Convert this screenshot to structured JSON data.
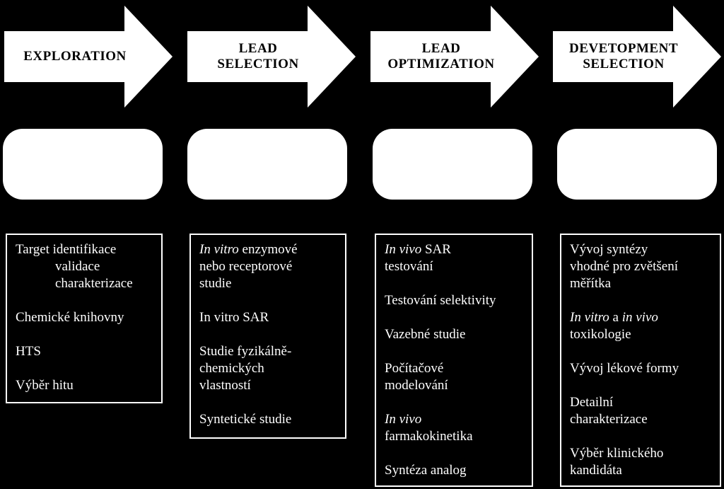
{
  "stages": [
    {
      "arrow_lines": [
        "EXPLORATION"
      ],
      "items": [
        {
          "lines": [
            {
              "text": "Target identifikace"
            },
            {
              "text": "validace",
              "indent": true
            },
            {
              "text": "charakterizace",
              "indent": true
            }
          ]
        },
        {
          "lines": [
            {
              "text": "Chemické knihovny"
            }
          ]
        },
        {
          "lines": [
            {
              "text": "HTS"
            }
          ]
        },
        {
          "lines": [
            {
              "text": "Výběr hitu"
            }
          ]
        }
      ]
    },
    {
      "arrow_lines": [
        "LEAD",
        "SELECTION"
      ],
      "items": [
        {
          "lines": [
            {
              "parts": [
                {
                  "text": "In vitro",
                  "italic": true
                },
                {
                  "text": " enzymové"
                }
              ]
            },
            {
              "text": "nebo receptorové"
            },
            {
              "text": "studie"
            }
          ]
        },
        {
          "lines": [
            {
              "text": "In vitro SAR"
            }
          ]
        },
        {
          "lines": [
            {
              "text": "Studie fyzikálně-"
            },
            {
              "text": "chemických"
            },
            {
              "text": "vlastností"
            }
          ]
        },
        {
          "lines": [
            {
              "text": "Syntetické studie"
            }
          ]
        }
      ]
    },
    {
      "arrow_lines": [
        "LEAD",
        "OPTIMIZATION"
      ],
      "items": [
        {
          "lines": [
            {
              "parts": [
                {
                  "text": "In vivo",
                  "italic": true
                },
                {
                  "text": " SAR"
                }
              ]
            },
            {
              "text": "testování"
            }
          ]
        },
        {
          "lines": [
            {
              "text": "Testování selektivity"
            }
          ]
        },
        {
          "lines": [
            {
              "text": "Vazebné studie"
            }
          ]
        },
        {
          "lines": [
            {
              "text": "Počítačové"
            },
            {
              "text": "modelování"
            }
          ]
        },
        {
          "lines": [
            {
              "parts": [
                {
                  "text": "In vivo",
                  "italic": true
                }
              ]
            },
            {
              "text": "farmakokinetika"
            }
          ]
        },
        {
          "lines": [
            {
              "text": "Syntéza analog"
            }
          ]
        }
      ]
    },
    {
      "arrow_lines": [
        "DEVETOPMENT",
        "SELECTION"
      ],
      "items": [
        {
          "lines": [
            {
              "text": "Vývoj syntézy"
            },
            {
              "text": "vhodné pro zvětšení"
            },
            {
              "text": "měřítka"
            }
          ]
        },
        {
          "lines": [
            {
              "parts": [
                {
                  "text": "In vitro",
                  "italic": true
                },
                {
                  "text": " a "
                },
                {
                  "text": "in vivo",
                  "italic": true
                }
              ]
            },
            {
              "text": "toxikologie"
            }
          ]
        },
        {
          "lines": [
            {
              "text": "Vývoj lékové formy"
            }
          ]
        },
        {
          "lines": [
            {
              "text": "Detailní"
            },
            {
              "text": "charakterizace"
            }
          ]
        },
        {
          "lines": [
            {
              "text": "Výběr klinického"
            },
            {
              "text": "kandidáta"
            }
          ]
        }
      ]
    }
  ],
  "colors": {
    "background": "#000000",
    "arrow_fill": "#ffffff",
    "box_border": "#ffffff",
    "text_on_dark": "#ffffff",
    "text_on_light": "#000000"
  }
}
